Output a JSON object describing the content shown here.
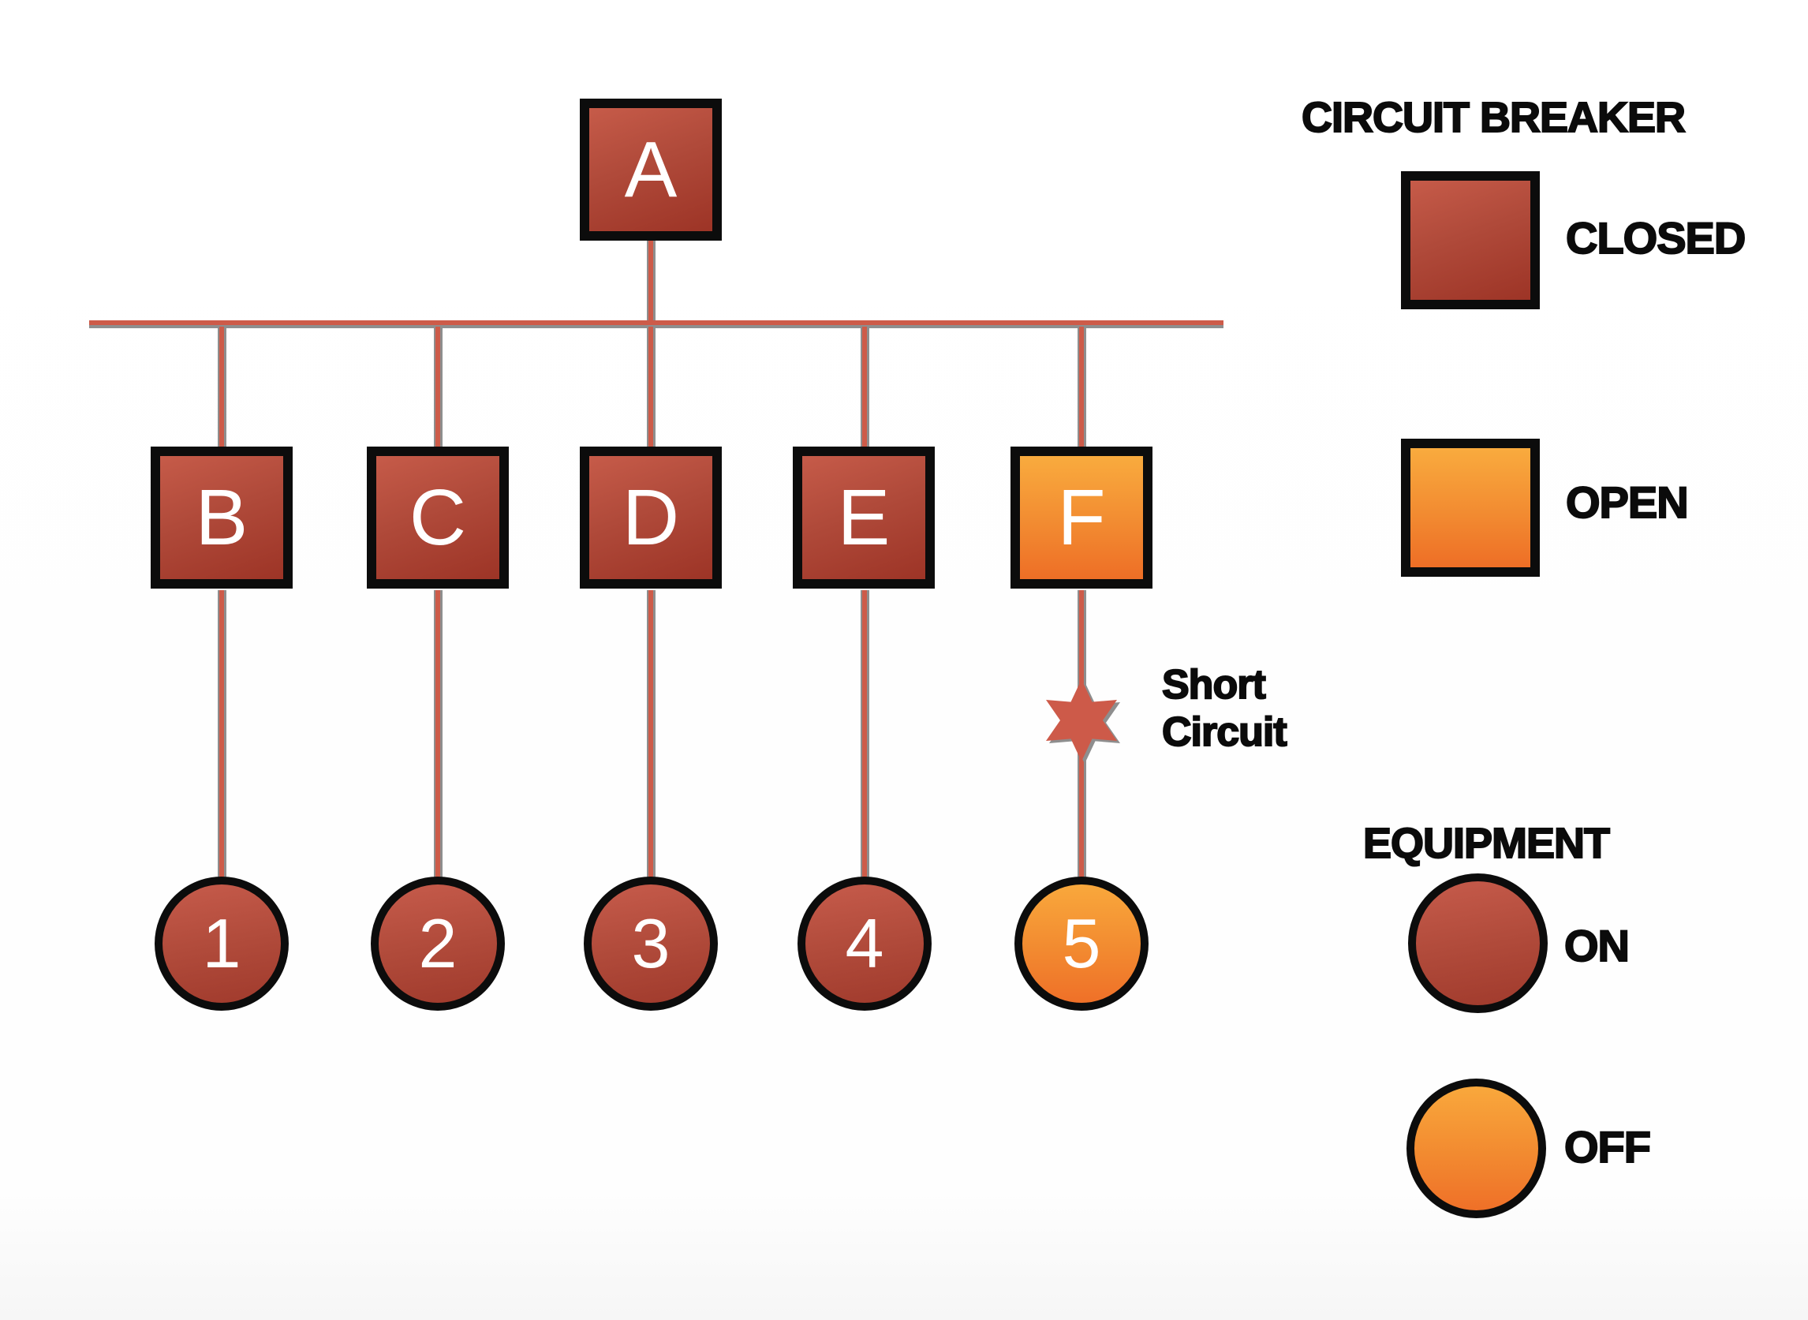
{
  "diagram": {
    "main_breaker": {
      "label": "A",
      "state": "closed"
    },
    "feeder_breakers": [
      {
        "label": "B",
        "state": "closed"
      },
      {
        "label": "C",
        "state": "closed"
      },
      {
        "label": "D",
        "state": "closed"
      },
      {
        "label": "E",
        "state": "closed"
      },
      {
        "label": "F",
        "state": "open"
      }
    ],
    "equipment": [
      {
        "label": "1",
        "state": "on"
      },
      {
        "label": "2",
        "state": "on"
      },
      {
        "label": "3",
        "state": "on"
      },
      {
        "label": "4",
        "state": "on"
      },
      {
        "label": "5",
        "state": "off"
      }
    ],
    "short_circuit_label": "Short\nCircuit"
  },
  "legend": {
    "circuit_breaker_title": "CIRCUIT BREAKER",
    "closed_label": "CLOSED",
    "open_label": "OPEN",
    "equipment_title": "EQUIPMENT",
    "on_label": "ON",
    "off_label": "OFF"
  },
  "colors": {
    "breaker_closed_top": "#c65b49",
    "breaker_closed_bottom": "#9d3426",
    "breaker_open_top": "#f9ab3e",
    "breaker_open_bottom": "#ee6e26",
    "line_red": "#cd5b49",
    "line_shadow_gray": "#8e8e8e",
    "outline_black": "#0c0c0c",
    "label_text": "#0b0b0b"
  }
}
